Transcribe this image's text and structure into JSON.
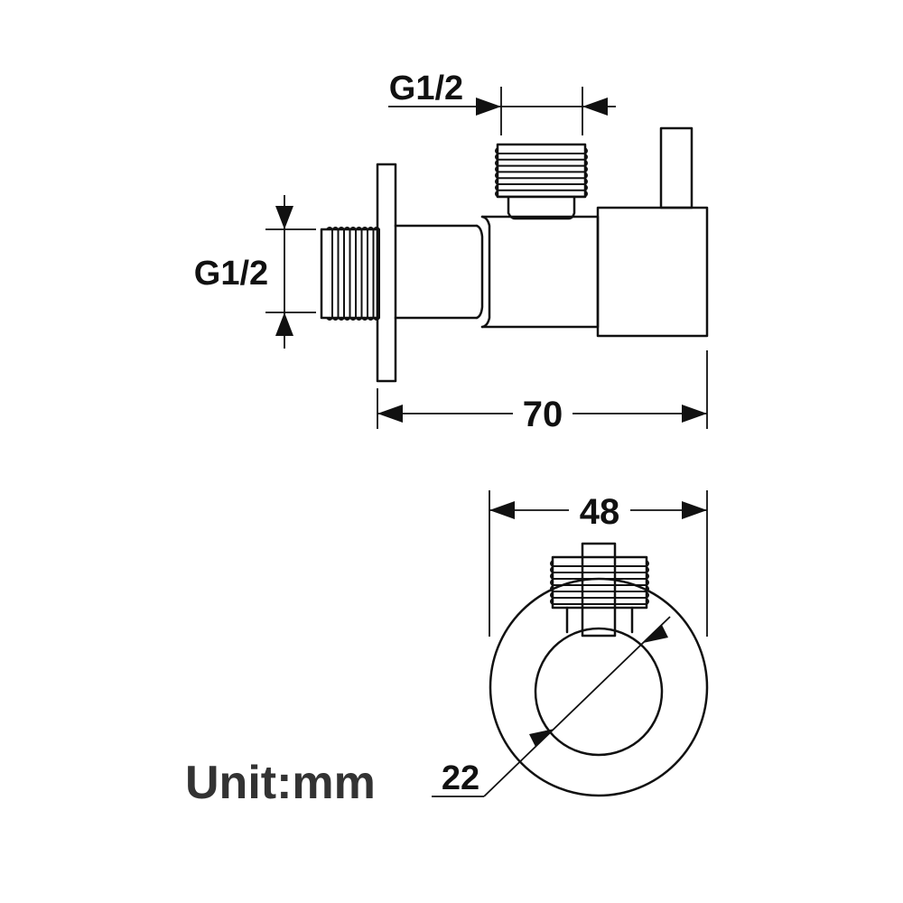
{
  "labels": {
    "top_thread": "G1/2",
    "side_thread": "G1/2",
    "length": "70",
    "width": "48",
    "handle_diameter": "22",
    "unit": "Unit:mm"
  }
}
